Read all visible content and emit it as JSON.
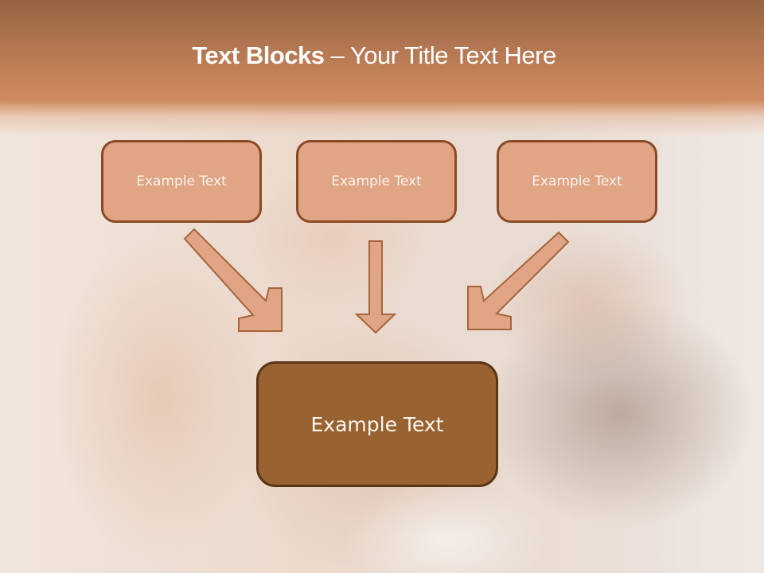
{
  "slide": {
    "title_bold": "Text Blocks",
    "title_separator": " – ",
    "title_rest": "Your Title Text Here"
  },
  "boxes": {
    "top": [
      {
        "label": "Example Text"
      },
      {
        "label": "Example Text"
      },
      {
        "label": "Example Text"
      }
    ],
    "bottom": {
      "label": "Example Text"
    }
  },
  "colors": {
    "header": "#c8845a",
    "small_box_fill": "#dfa584",
    "small_box_border": "#8b4a25",
    "big_box_fill": "#996331",
    "big_box_border": "#5b3517",
    "arrow_fill": "#dfa584",
    "arrow_border": "#a8643d"
  },
  "arrows": [
    {
      "from": "top-left-box",
      "to": "bottom-box",
      "direction": "down-right"
    },
    {
      "from": "top-center-box",
      "to": "bottom-box",
      "direction": "down"
    },
    {
      "from": "top-right-box",
      "to": "bottom-box",
      "direction": "down-left"
    }
  ]
}
